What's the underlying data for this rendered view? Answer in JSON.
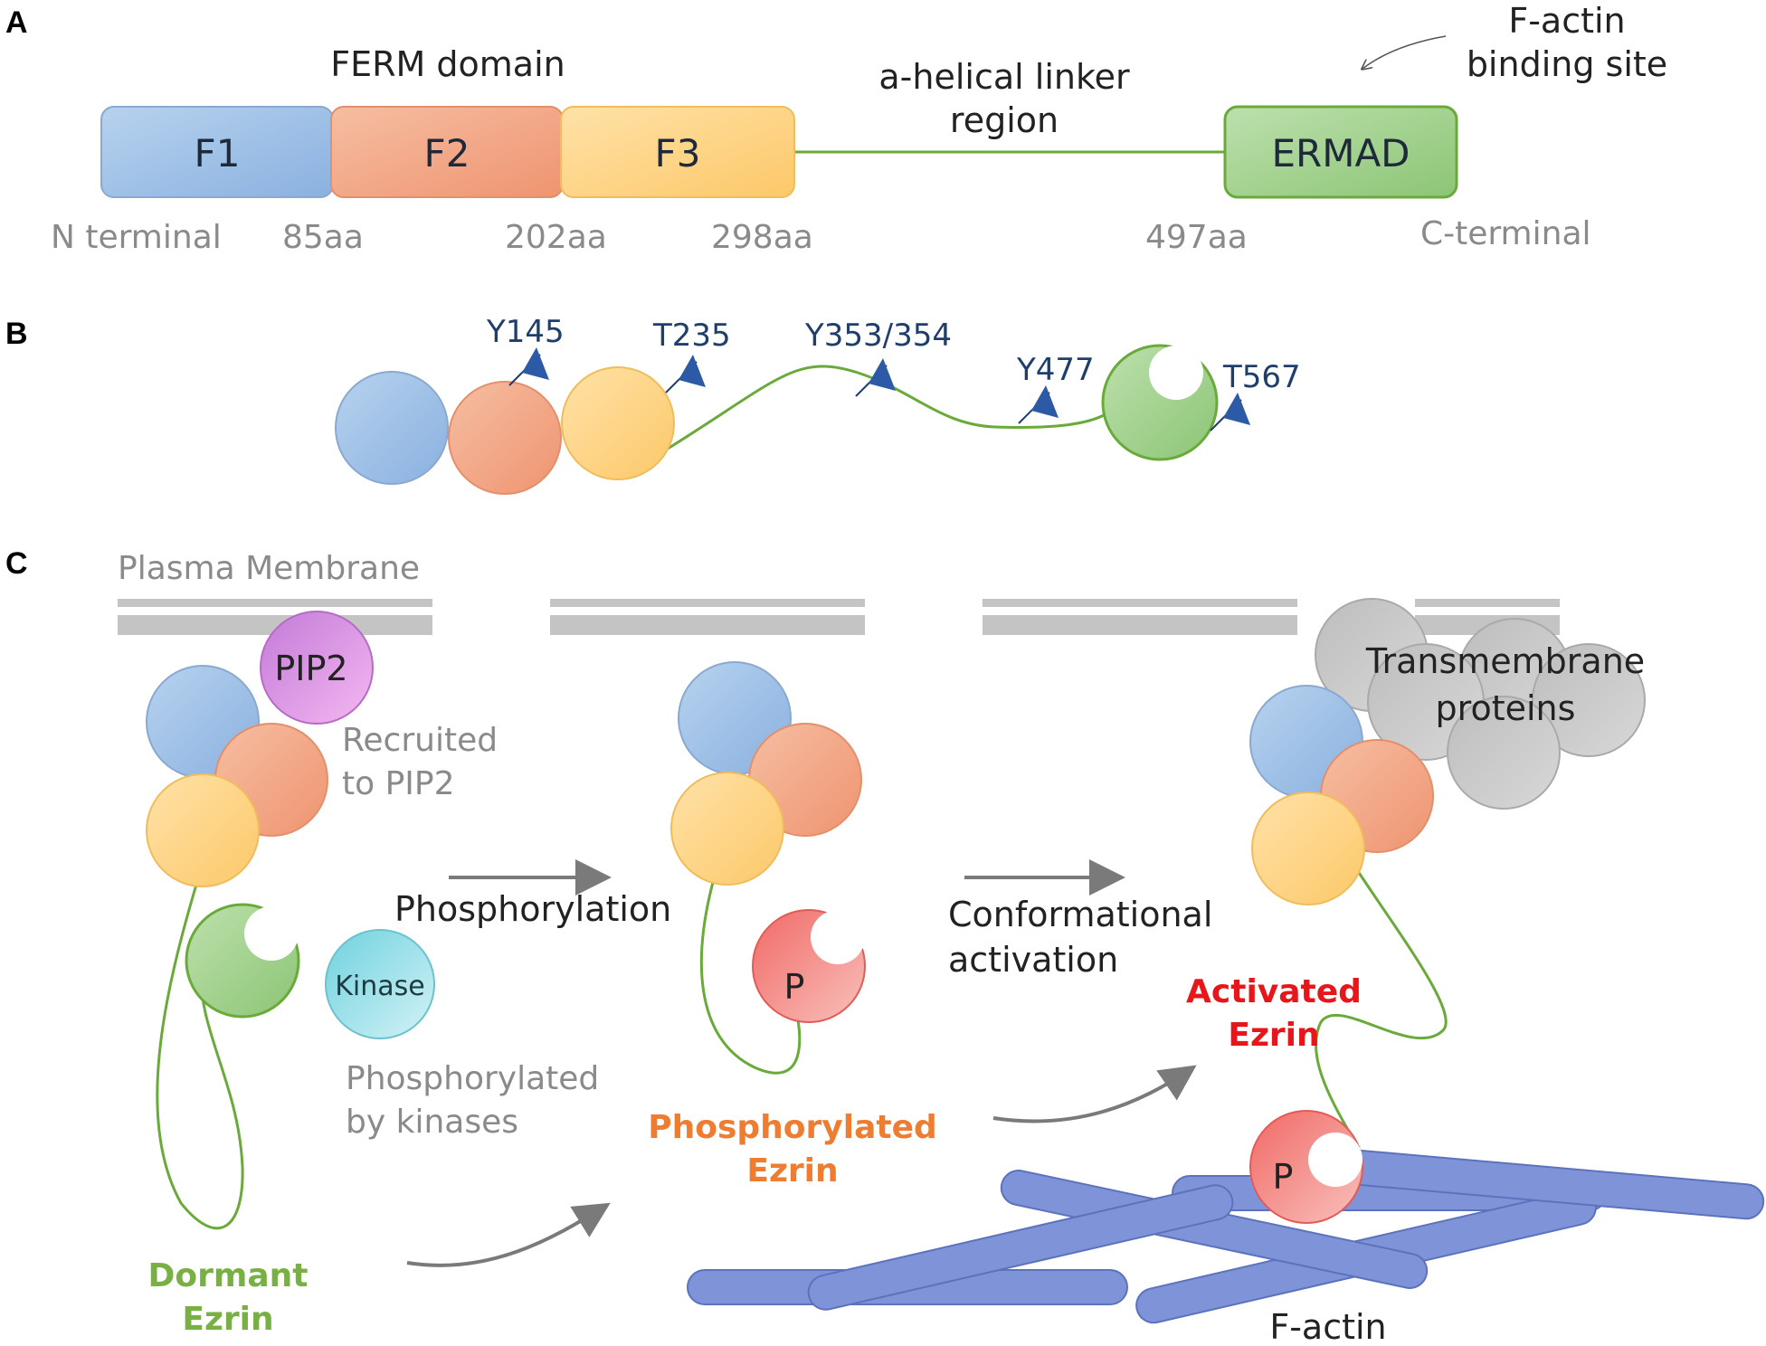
{
  "panels": {
    "a": "A",
    "b": "B",
    "c": "C"
  },
  "panel_a": {
    "ferm_label": "FERM domain",
    "linker_label_1": "a-helical linker",
    "linker_label_2": "region",
    "factin_label_1": "F-actin",
    "factin_label_2": "binding site",
    "domains": [
      "F1",
      "F2",
      "F3",
      "ERMAD"
    ],
    "positions": [
      "N terminal",
      "85aa",
      "202aa",
      "298aa",
      "497aa",
      "C-terminal"
    ]
  },
  "panel_b": {
    "sites": [
      "Y145",
      "T235",
      "Y353/354",
      "Y477",
      "T567"
    ]
  },
  "panel_c": {
    "membrane_label": "Plasma Membrane",
    "pip2": "PIP2",
    "recruited_1": "Recruited",
    "recruited_2": "to PIP2",
    "kinase": "Kinase",
    "phosphorylated_by_1": "Phosphorylated",
    "phosphorylated_by_2": "by kinases",
    "phosphorylation": "Phosphorylation",
    "conformational_1": "Conformational",
    "conformational_2": "activation",
    "transmembrane_1": "Transmembrane",
    "transmembrane_2": "proteins",
    "p_label": "P",
    "dormant_1": "Dormant",
    "dormant_2": "Ezrin",
    "phos_ezrin_1": "Phosphorylated",
    "phos_ezrin_2": "Ezrin",
    "activated_1": "Activated",
    "activated_2": "Ezrin",
    "factin": "F-actin"
  },
  "colors": {
    "f1": "#9fc1e6",
    "f2": "#f3a98a",
    "f3": "#fdd58a",
    "ermad": "#a7d393",
    "linker": "#6aaa3a",
    "pip2": "#d98be0",
    "kinase": "#8fdde6",
    "phospho": "#f27a74",
    "actin": "#7f93d8",
    "membrane": "#c4c4c4",
    "transmembrane": "#c9c9c9",
    "dormant_text": "#78b043",
    "phos_text": "#ee7d31",
    "activated_text": "#e8161b",
    "site_flag": "#2d5aa6"
  }
}
